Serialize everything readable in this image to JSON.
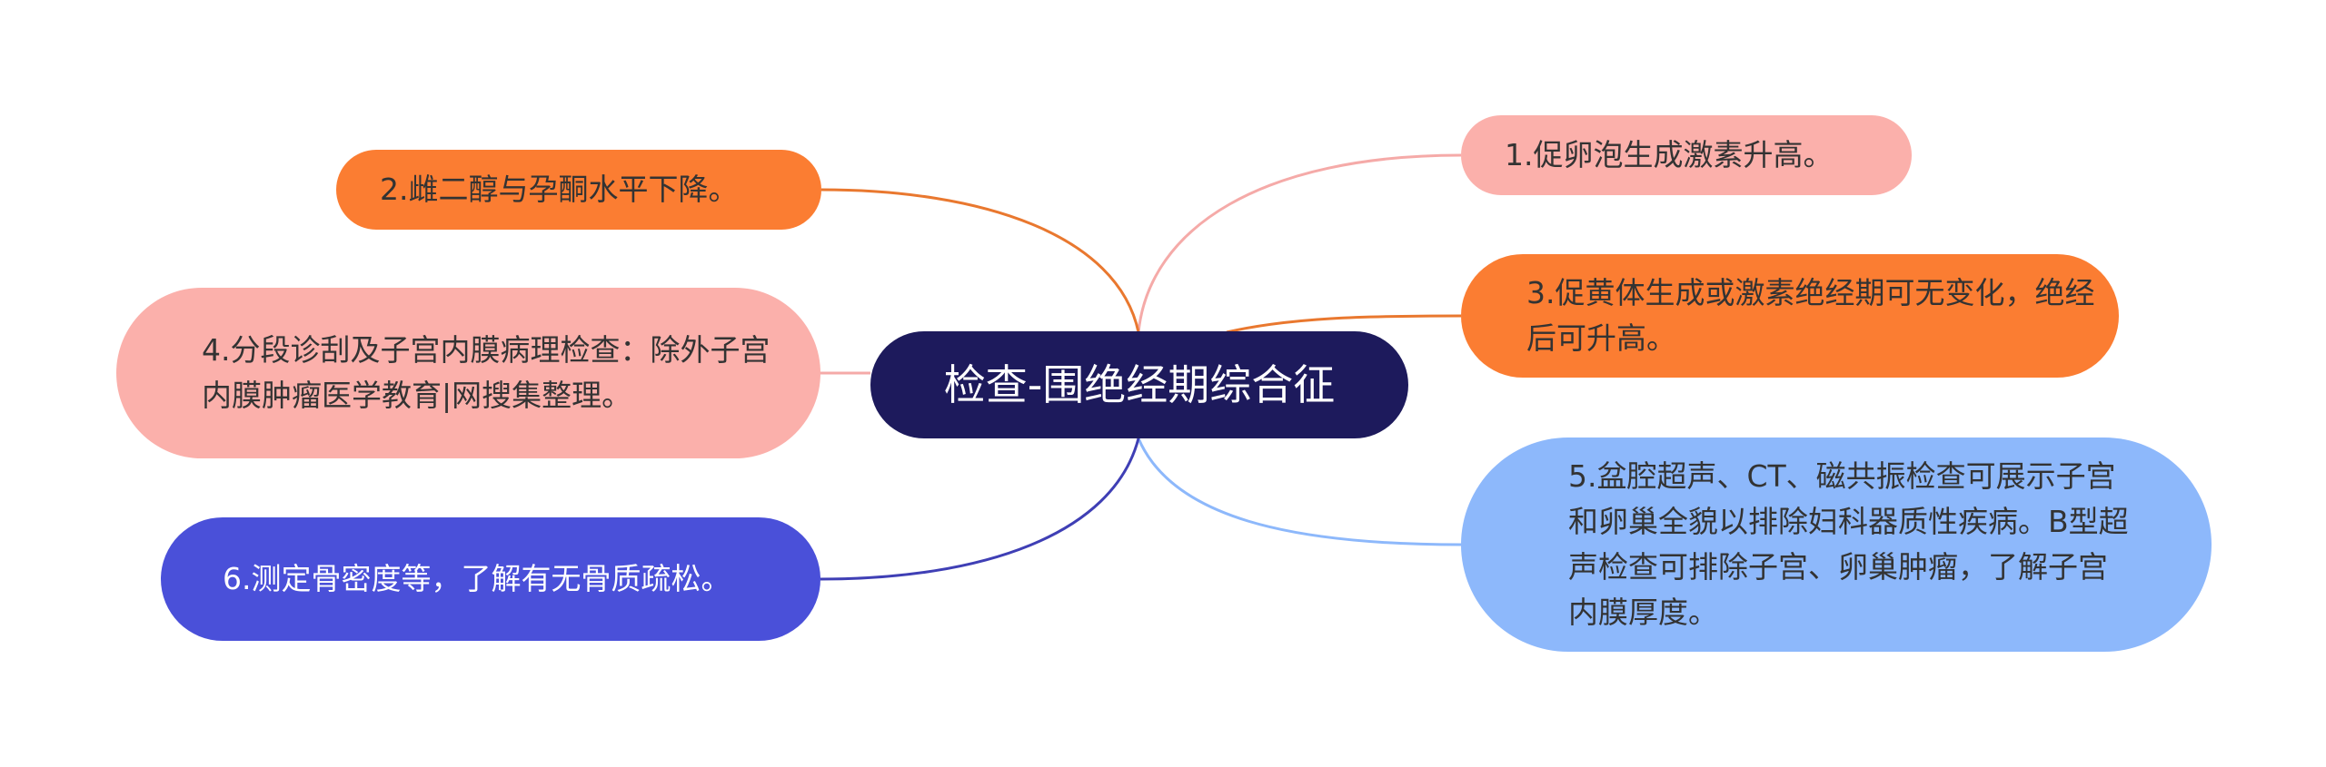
{
  "center": {
    "label": "检查-围绝经期综合征",
    "color": "#1d1a5c"
  },
  "nodes": [
    {
      "id": "n1",
      "label": "1.促卵泡生成激素升高。",
      "color": "#fbb0ab",
      "line_color": "#f5aaa8"
    },
    {
      "id": "n2",
      "label": "2.雌二醇与孕酮水平下降。",
      "color": "#fb7d32",
      "line_color": "#e9782f"
    },
    {
      "id": "n3",
      "label": "3.促黄体生成或激素绝经期可无变化，绝经后可升高。",
      "color": "#fb7d32",
      "line_color": "#e9782f"
    },
    {
      "id": "n4",
      "label": "4.分段诊刮及子宫内膜病理检查：除外子宫内膜肿瘤医学教育|网搜集整理。",
      "color": "#fbb0ab",
      "line_color": "#f5aaa8"
    },
    {
      "id": "n5",
      "label": "5.盆腔超声、CT、磁共振检查可展示子宫和卵巢全貌以排除妇科器质性疾病。B型超声检查可排除子宫、卵巢肿瘤，了解子宫内膜厚度。",
      "color": "#8db8fb",
      "line_color": "#8db8fb"
    },
    {
      "id": "n6",
      "label": "6.测定骨密度等，了解有无骨质疏松。",
      "color": "#4a50d9",
      "line_color": "#3f3fb5"
    }
  ]
}
